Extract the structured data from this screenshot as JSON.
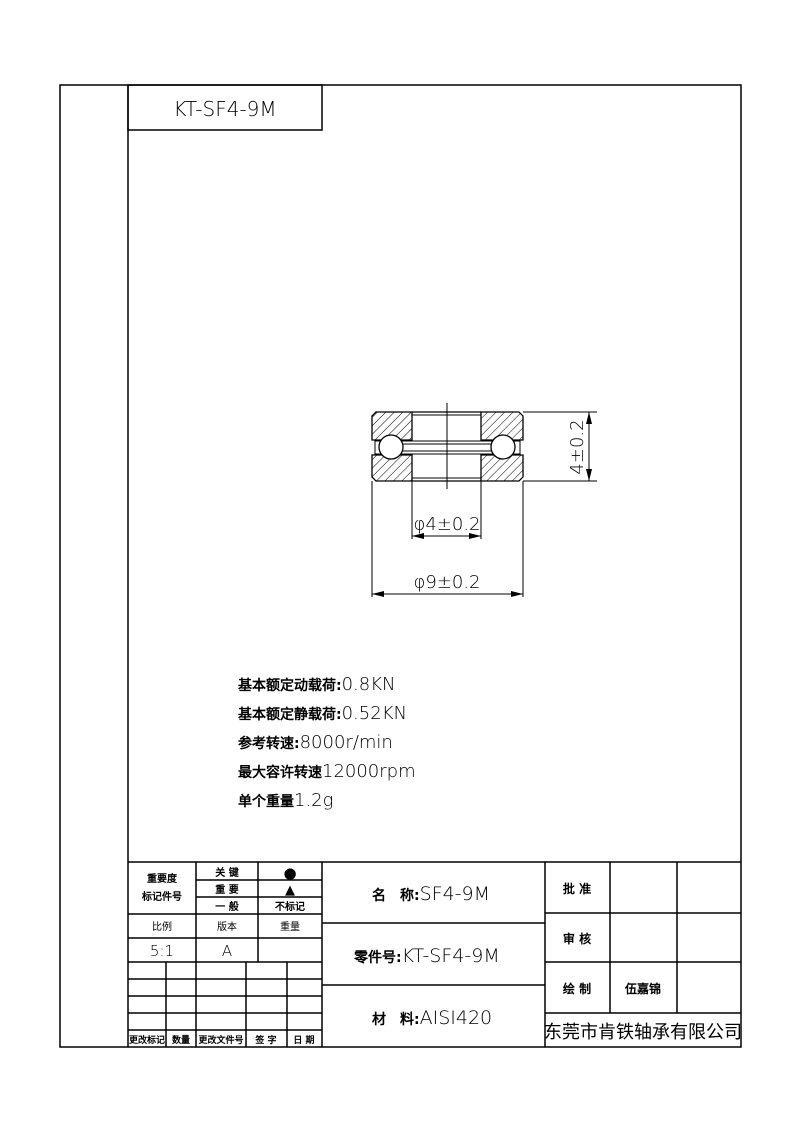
{
  "title_box": "KT-SF4-9M",
  "dimensions": {
    "height": "4±0.2",
    "inner_diameter": "φ4±0.2",
    "outer_diameter": "φ9±0.2"
  },
  "specs": [
    {
      "label": "基本额定动载荷:",
      "value": "0.8KN"
    },
    {
      "label": "基本额定静载荷:",
      "value": "0.52KN"
    },
    {
      "label": "参考转速:",
      "value": "8000r/min"
    },
    {
      "label": "最大容许转速",
      "value": "12000rpm"
    },
    {
      "label": "单个重量",
      "value": "1.2g"
    }
  ],
  "title_block": {
    "importance_label_1": "重要度",
    "importance_label_2": "标记件号",
    "levels": [
      "关 键",
      "重 要",
      "一 般"
    ],
    "level_marks": [
      "●",
      "▲",
      "不标记"
    ],
    "scale_label": "比例",
    "version_label": "版本",
    "weight_label": "重量",
    "scale_value": "5:1",
    "version_value": "A",
    "weight_value": "",
    "revision_headers": [
      "更改标记",
      "数量",
      "更改文件号",
      "签 字",
      "日 期"
    ],
    "name_label": "名　称:",
    "name_value": "SF4-9M",
    "part_label": "零件号:",
    "part_value": "KT-SF4-9M",
    "material_label": "材　料:",
    "material_value": "AISI420",
    "approve_label": "批 准",
    "review_label": "审 核",
    "drawn_label": "绘 制",
    "drawn_by": "伍嘉锦",
    "company": "东莞市肯铁轴承有限公司"
  }
}
